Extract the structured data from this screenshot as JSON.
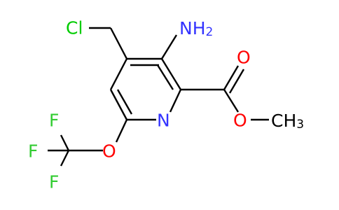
{
  "colors": {
    "bond": "#000000",
    "carbon": "#000000",
    "nitrogen": "#3333ff",
    "oxygen": "#ff0000",
    "chlorine": "#00cc00",
    "fluorine": "#33cc33"
  },
  "labels": {
    "nh2_main": "NH",
    "nh2_sub": "2",
    "cl": "Cl",
    "ring_n": "N",
    "carbonyl_o": "O",
    "ester_o": "O",
    "methyl_main": "CH",
    "methyl_sub": "3",
    "ether_o": "O",
    "f_top": "F",
    "f_left": "F",
    "f_bottom": "F"
  }
}
